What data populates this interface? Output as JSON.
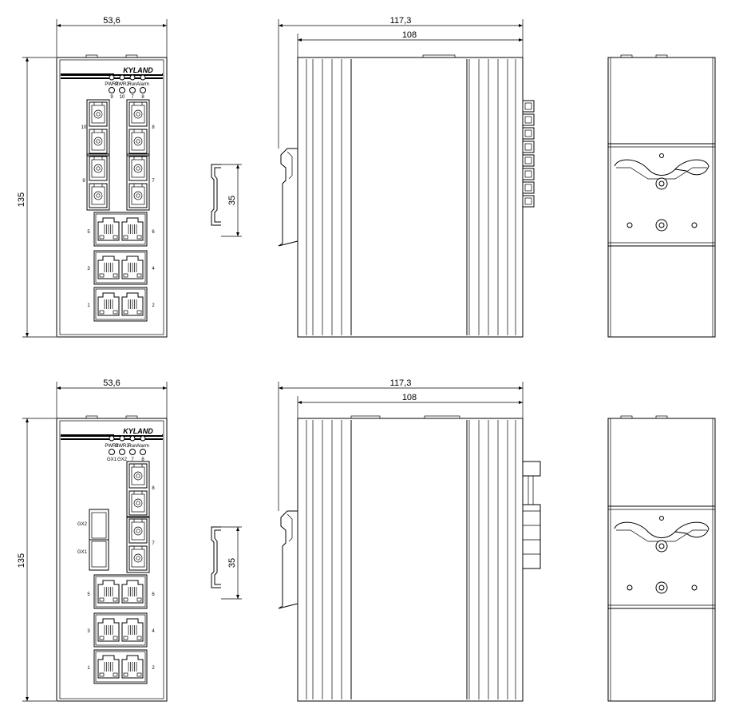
{
  "brand": "KYLAND",
  "top": {
    "front": {
      "width_dim": "53,6",
      "height_dim": "135",
      "led_labels": [
        "PWR1",
        "PWR2",
        "Run",
        "Alarm"
      ],
      "led_numbers": [
        "9",
        "10",
        "7",
        "8"
      ],
      "fiber_labels": [
        "10",
        "9",
        "8",
        "7"
      ],
      "rj45_labels": [
        "5",
        "6",
        "3",
        "4",
        "1",
        "2"
      ]
    },
    "rail_dim": "35",
    "side": {
      "outer_dim": "117,3",
      "inner_dim": "108"
    }
  },
  "bottom": {
    "front": {
      "width_dim": "53,6",
      "height_dim": "135",
      "led_labels": [
        "PWR1",
        "PWR2",
        "Run",
        "Alarm"
      ],
      "led_numbers": [
        "GX1",
        "GX2",
        "7",
        "8"
      ],
      "sfp_labels": [
        "GX2",
        "GX1"
      ],
      "fiber_labels": [
        "8",
        "7"
      ],
      "rj45_labels": [
        "5",
        "6",
        "3",
        "4",
        "1",
        "2"
      ]
    },
    "rail_dim": "35",
    "side": {
      "outer_dim": "117,3",
      "inner_dim": "108"
    }
  }
}
